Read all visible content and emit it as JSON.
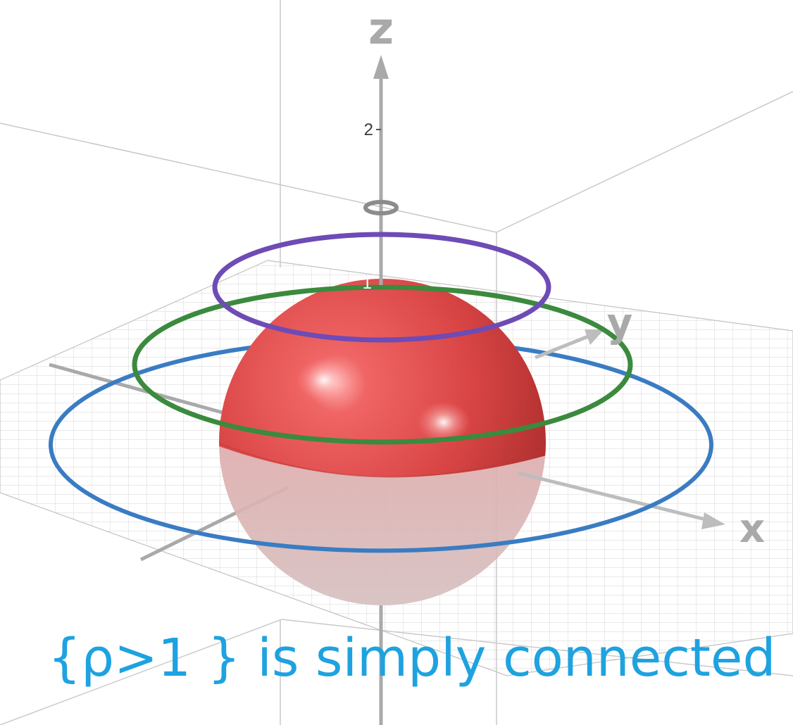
{
  "axes": {
    "x_label": "x",
    "y_label": "y",
    "z_label": "z",
    "z_ticks": [
      "2",
      "1"
    ],
    "color": "#a9a9a9"
  },
  "sphere": {
    "color": "#dd4444",
    "lower_color": "#e9a0a0"
  },
  "circles": [
    {
      "name": "circle-purple",
      "color": "#6e4bb5"
    },
    {
      "name": "circle-green",
      "color": "#3b8a3e"
    },
    {
      "name": "circle-blue",
      "color": "#3a7cc3"
    }
  ],
  "small_ring_color": "#8c8c8c",
  "caption": {
    "text": "{ρ>1 } is simply connected",
    "color": "#1ea2e0"
  }
}
